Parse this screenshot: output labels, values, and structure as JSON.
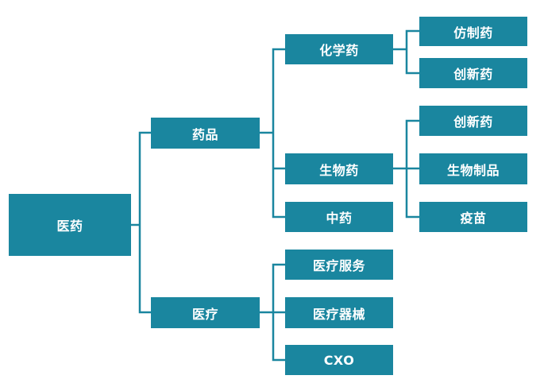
{
  "colors": {
    "node_fill": "#1a869f",
    "line": "#1a869f",
    "text": "#ffffff"
  },
  "nodes": {
    "root": "医药",
    "drugs": "药品",
    "medical": "医疗",
    "chemical_drugs": "化学药",
    "bio_drugs": "生物药",
    "tcm": "中药",
    "medical_services": "医疗服务",
    "medical_devices": "医疗器械",
    "cxo": "CXO",
    "generic_drugs": "仿制药",
    "innovative_drugs_chem": "创新药",
    "innovative_drugs_bio": "创新药",
    "biologics": "生物制品",
    "vaccines": "疫苗"
  }
}
